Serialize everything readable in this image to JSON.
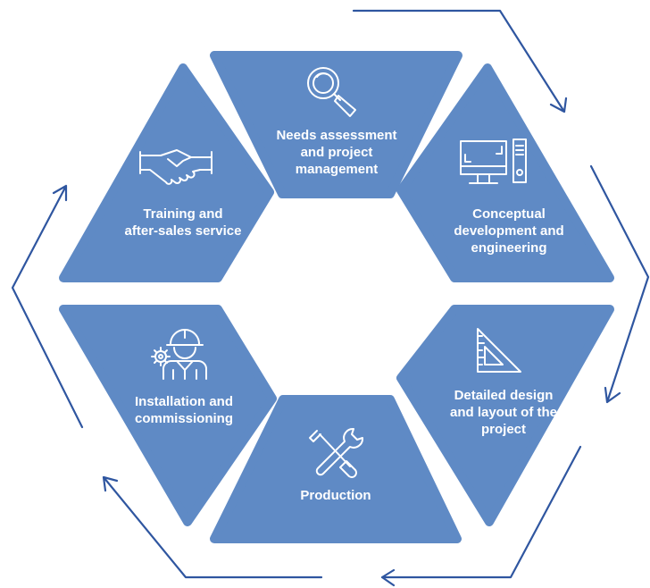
{
  "stages": [
    {
      "id": "needs",
      "label": "Needs assessment\nand project\nmanagement",
      "icon": "magnifier-icon"
    },
    {
      "id": "conceptual",
      "label": "Conceptual\ndevelopment and\nengineering",
      "icon": "computer-icon"
    },
    {
      "id": "detailed",
      "label": "Detailed design\nand layout of the\nproject",
      "icon": "set-square-icon"
    },
    {
      "id": "production",
      "label": "Production",
      "icon": "tools-icon"
    },
    {
      "id": "installation",
      "label": "Installation and\ncommissioning",
      "icon": "engineer-icon"
    },
    {
      "id": "training",
      "label": "Training and\nafter-sales service",
      "icon": "handshake-icon"
    }
  ],
  "colors": {
    "segment": "#5f8ac5",
    "arrow": "#2f56a0",
    "text": "#ffffff"
  }
}
